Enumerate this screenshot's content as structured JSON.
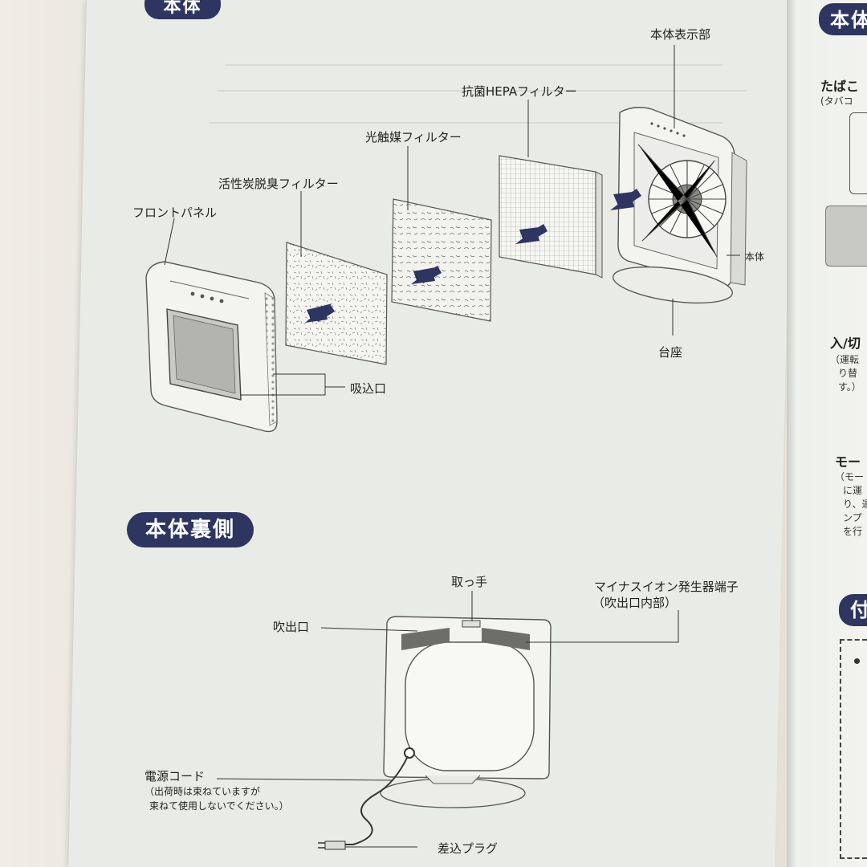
{
  "sections": {
    "main_title": "本体",
    "back_title": "本体裏側"
  },
  "front_labels": {
    "display": "本体表示部",
    "hepa": "抗菌HEPAフィルター",
    "photocatalyst": "光触媒フィルター",
    "carbon": "活性炭脱臭フィルター",
    "front_panel": "フロントパネル",
    "body": "本体",
    "base": "台座",
    "intake": "吸込口"
  },
  "back_labels": {
    "handle": "取っ手",
    "ion_line1": "マイナスイオン発生器端子",
    "ion_line2": "（吹出口内部）",
    "outlet": "吹出口",
    "cord": "電源コード",
    "cord_note1": "（出荷時は束ねていますが",
    "cord_note2": "束ねて使用しないでください。）",
    "plug": "差込プラグ"
  },
  "right_page": {
    "title1": "本体",
    "item1": "たばこ",
    "item1_sub": "(タバコ",
    "item2": "入/切",
    "item2_l1": "（運転",
    "item2_l2": "り替",
    "item2_l3": "す。）",
    "item3": "モー",
    "item3_l1": "（モー",
    "item3_l2": "に運",
    "item3_l3": "り、運",
    "item3_l4": "ンプ",
    "item3_l5": "を行",
    "title2": "付"
  },
  "colors": {
    "pill": "#2d3560",
    "arrow": "#2d3560",
    "page": "#e9ece6"
  }
}
